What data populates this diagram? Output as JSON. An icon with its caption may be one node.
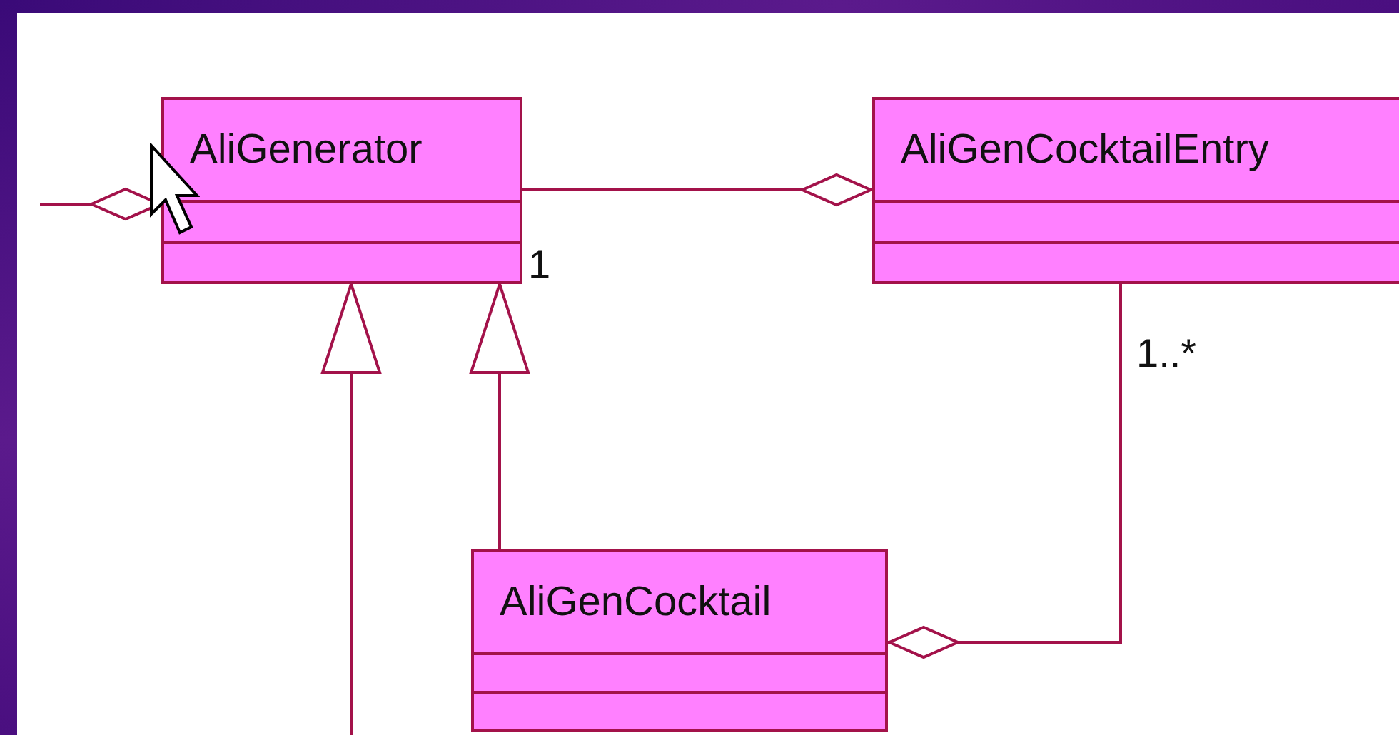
{
  "diagram": {
    "nodes": [
      {
        "text": [
          "AliGenerator"
        ]
      },
      {
        "text": [
          "AliGenCocktailEntry"
        ]
      },
      {
        "text": [
          "AliGenCocktail"
        ]
      }
    ],
    "edges": [
      {
        "from": null,
        "to": 0,
        "arrow": "other"
      },
      {
        "from": 0,
        "to": 1,
        "arrow": "other"
      },
      {
        "from": 1,
        "to": 2,
        "arrow": "other"
      },
      {
        "from": 2,
        "to": 0,
        "arrow": "to"
      },
      {
        "from": null,
        "to": 0,
        "arrow": "to"
      }
    ],
    "labels": [
      "1",
      "1..*"
    ]
  }
}
